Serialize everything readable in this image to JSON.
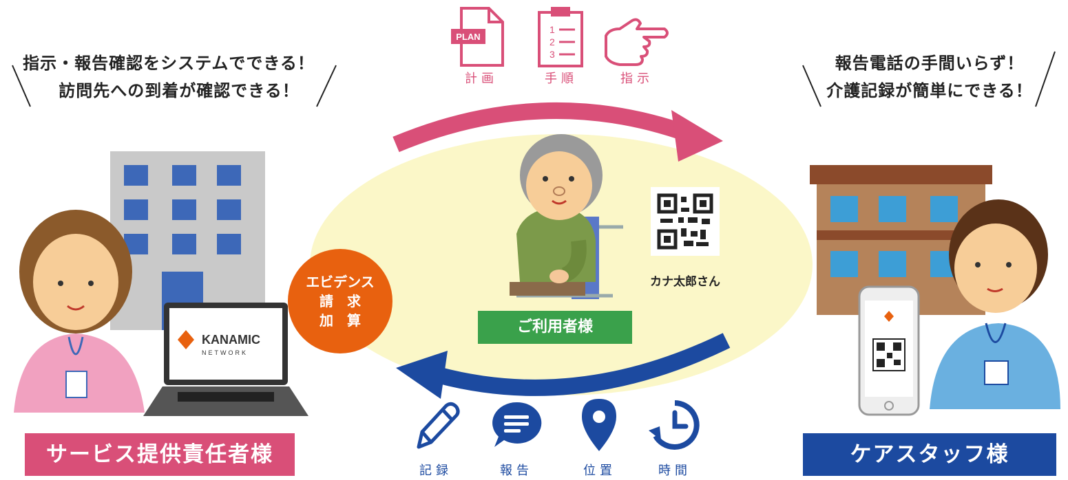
{
  "left_callout": {
    "line1": "指示・報告確認をシステムでできる！",
    "line2": "訪問先への到着が確認できる！"
  },
  "right_callout": {
    "line1": "報告電話の手間いらず！",
    "line2": "介護記録が簡単にできる！"
  },
  "top_icons": [
    {
      "name": "plan-icon",
      "label": "計画",
      "badge": "PLAN"
    },
    {
      "name": "procedure-icon",
      "label": "手順",
      "steps": [
        "1",
        "2",
        "3"
      ]
    },
    {
      "name": "pointing-hand-icon",
      "label": "指示"
    }
  ],
  "bottom_icons": [
    {
      "name": "pencil-icon",
      "label": "記録"
    },
    {
      "name": "chat-bubble-icon",
      "label": "報告"
    },
    {
      "name": "location-pin-icon",
      "label": "位置"
    },
    {
      "name": "clock-icon",
      "label": "時間"
    }
  ],
  "center": {
    "user_badge": "ご利用者様",
    "qr_caption": "カナ太郎さん"
  },
  "evidence_circle": {
    "line1": "エビデンス",
    "line2": "請　求",
    "line3": "加　算"
  },
  "laptop": {
    "brand_line1": "KANAMIC",
    "brand_line2": "NETWORK"
  },
  "left_banner": "サービス提供責任者様",
  "right_banner": "ケアスタッフ様",
  "colors": {
    "pink": "#d94f78",
    "blue": "#1c4aa0",
    "green": "#3aa14b",
    "orange": "#e8610f",
    "ellipse": "#fbf7c8"
  }
}
